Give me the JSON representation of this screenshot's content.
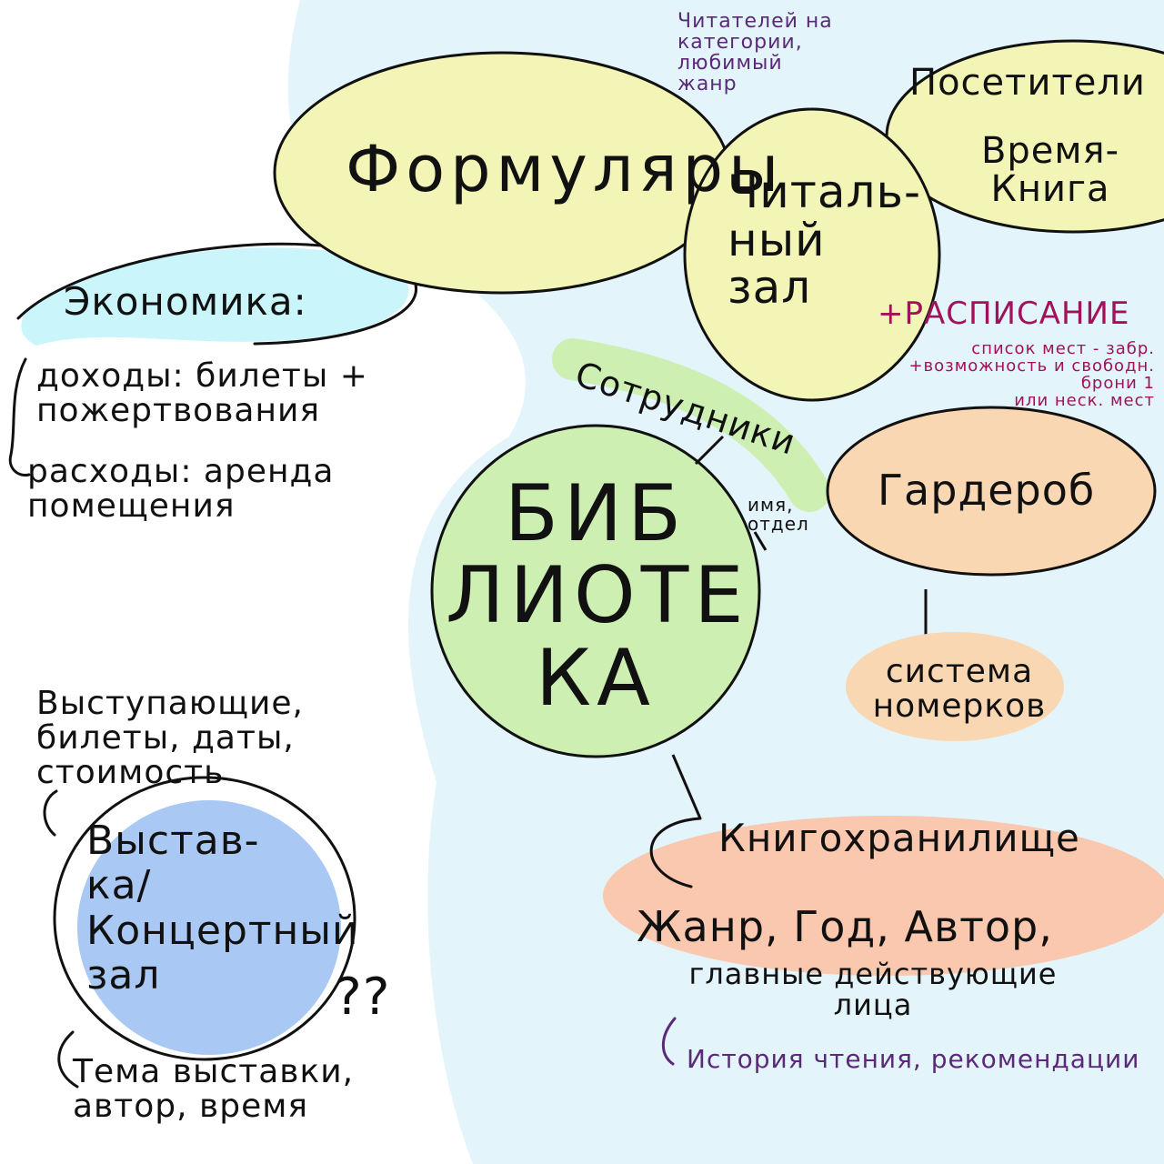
{
  "colors": {
    "background_blue": "#e3f4fb",
    "yellow": "#f2f5b6",
    "cyan": "#c9f5fb",
    "green": "#cdf0b2",
    "peach": "#fad7b3",
    "salmon": "#f9c8ae",
    "blue": "#a9c9f4",
    "ink": "#111111",
    "purple_ink": "#5a2a78",
    "crimson_ink": "#a0125a"
  },
  "nodes": {
    "library": "БИБ\nЛИОТЕ\nКА",
    "formulars": "Формуляры",
    "reading_room": "Читаль-\nный\nзал",
    "visitors_title": "Посетители",
    "visitors_detail": "Время-\nКнига",
    "reading_note": "Читателей на\nкатегории,\nлюбимый\nжанр",
    "schedule_title": "+РАСПИСАНИЕ",
    "schedule_detail": "список мест - забр.\n+возможность и свободн.\nброни 1\nили неск. мест",
    "staff": "Сотрудники",
    "staff_detail": "имя,\nотдел",
    "economy_title": "Экономика:",
    "economy_income": "доходы: билеты +\nпожертвования",
    "economy_expense": "расходы: аренда\nпомещения",
    "wardrobe": "Гардероб",
    "token_system": "система\nномерков",
    "storage_title": "Книгохранилище",
    "storage_fields": "Жанр, Год, Автор,",
    "storage_more": "главные действующие\nлица",
    "storage_history": "История чтения, рекомендации",
    "hall": "Выстав-\nка/\nКонцертный\nзал",
    "hall_performers": "Выступающие,\nбилеты, даты,\nстоимость",
    "hall_question": "??",
    "hall_exhibit": "Тема выставки,\nавтор, время"
  }
}
